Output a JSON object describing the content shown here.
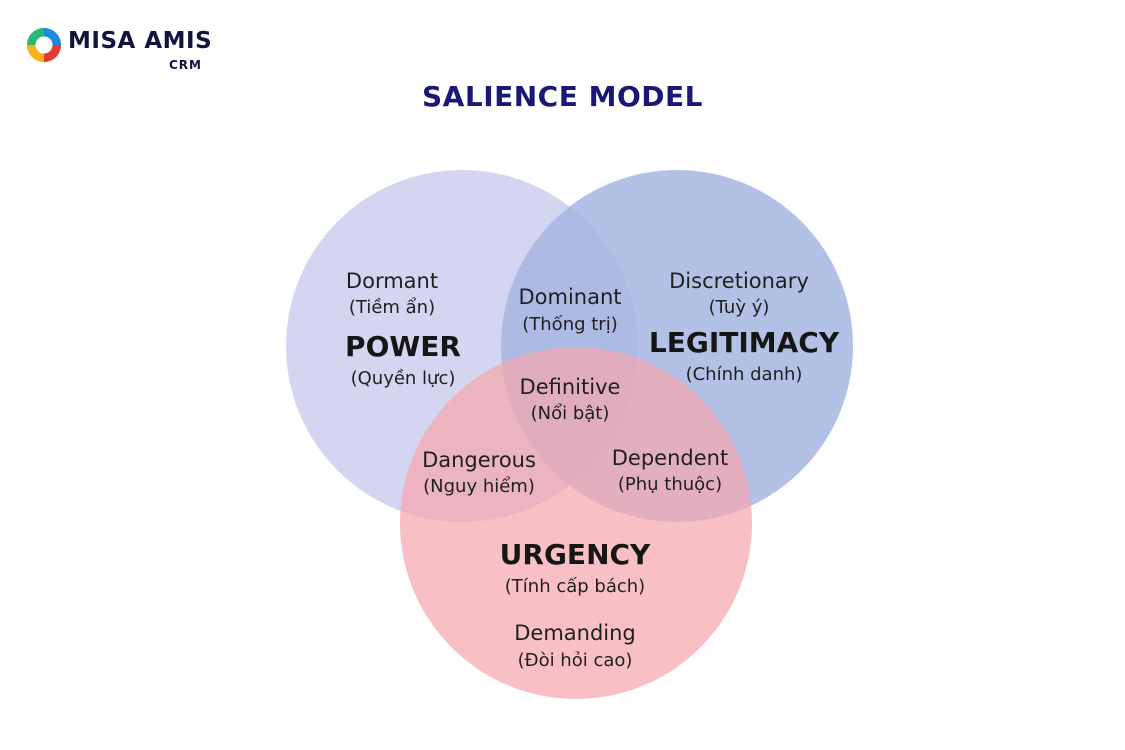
{
  "brand": {
    "name": "MISA AMIS",
    "product": "CRM"
  },
  "title": "SALIENCE MODEL",
  "colors": {
    "title": "#1a1777",
    "power_circle": "#cfd0f0",
    "legitimacy_circle": "#a6b6e2",
    "urgency_circle": "#f5a8ae",
    "logo_ring": [
      "#2bb673",
      "#1e88e5",
      "#f5b31b",
      "#e53935"
    ]
  },
  "circles": {
    "power": {
      "name": "POWER",
      "translation": "(Quyền lực)"
    },
    "legitimacy": {
      "name": "LEGITIMACY",
      "translation": "(Chính danh)"
    },
    "urgency": {
      "name": "URGENCY",
      "translation": "(Tính cấp bách)"
    }
  },
  "regions": {
    "dormant": {
      "name": "Dormant",
      "translation": "(Tiềm ẩn)"
    },
    "discretionary": {
      "name": "Discretionary",
      "translation": "(Tuỳ ý)"
    },
    "demanding": {
      "name": "Demanding",
      "translation": "(Đòi hỏi cao)"
    },
    "dominant": {
      "name": "Dominant",
      "translation": "(Thống trị)"
    },
    "dangerous": {
      "name": "Dangerous",
      "translation": "(Nguy hiểm)"
    },
    "dependent": {
      "name": "Dependent",
      "translation": "(Phụ thuộc)"
    },
    "definitive": {
      "name": "Definitive",
      "translation": "(Nổi bật)"
    }
  }
}
